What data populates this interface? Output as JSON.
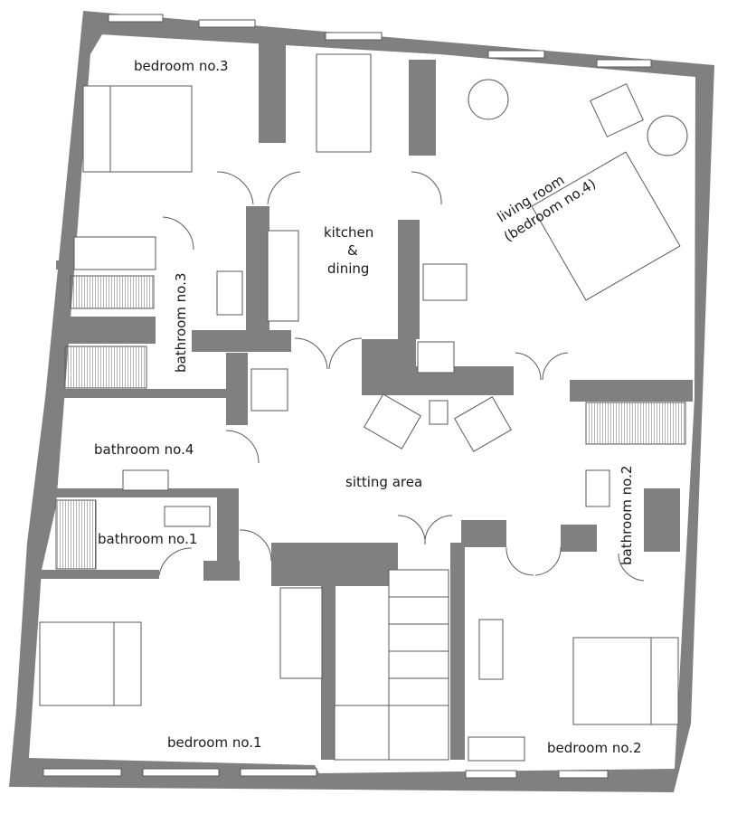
{
  "rooms": {
    "bedroom3": "bedroom no.3",
    "kitchen_line1": "kitchen",
    "kitchen_line2": "&",
    "kitchen_line3": "dining",
    "living_line1": "living room",
    "living_line2": "(bedroom no.4)",
    "bathroom3": "bathroom no.3",
    "bathroom4": "bathroom no.4",
    "sitting": "sitting area",
    "bathroom1": "bathroom no.1",
    "bathroom2": "bathroom no.2",
    "bedroom1": "bedroom no.1",
    "bedroom2": "bedroom no.2"
  },
  "colors": {
    "wall": "#808080",
    "line": "#5a5a5a",
    "background": "#ffffff"
  }
}
